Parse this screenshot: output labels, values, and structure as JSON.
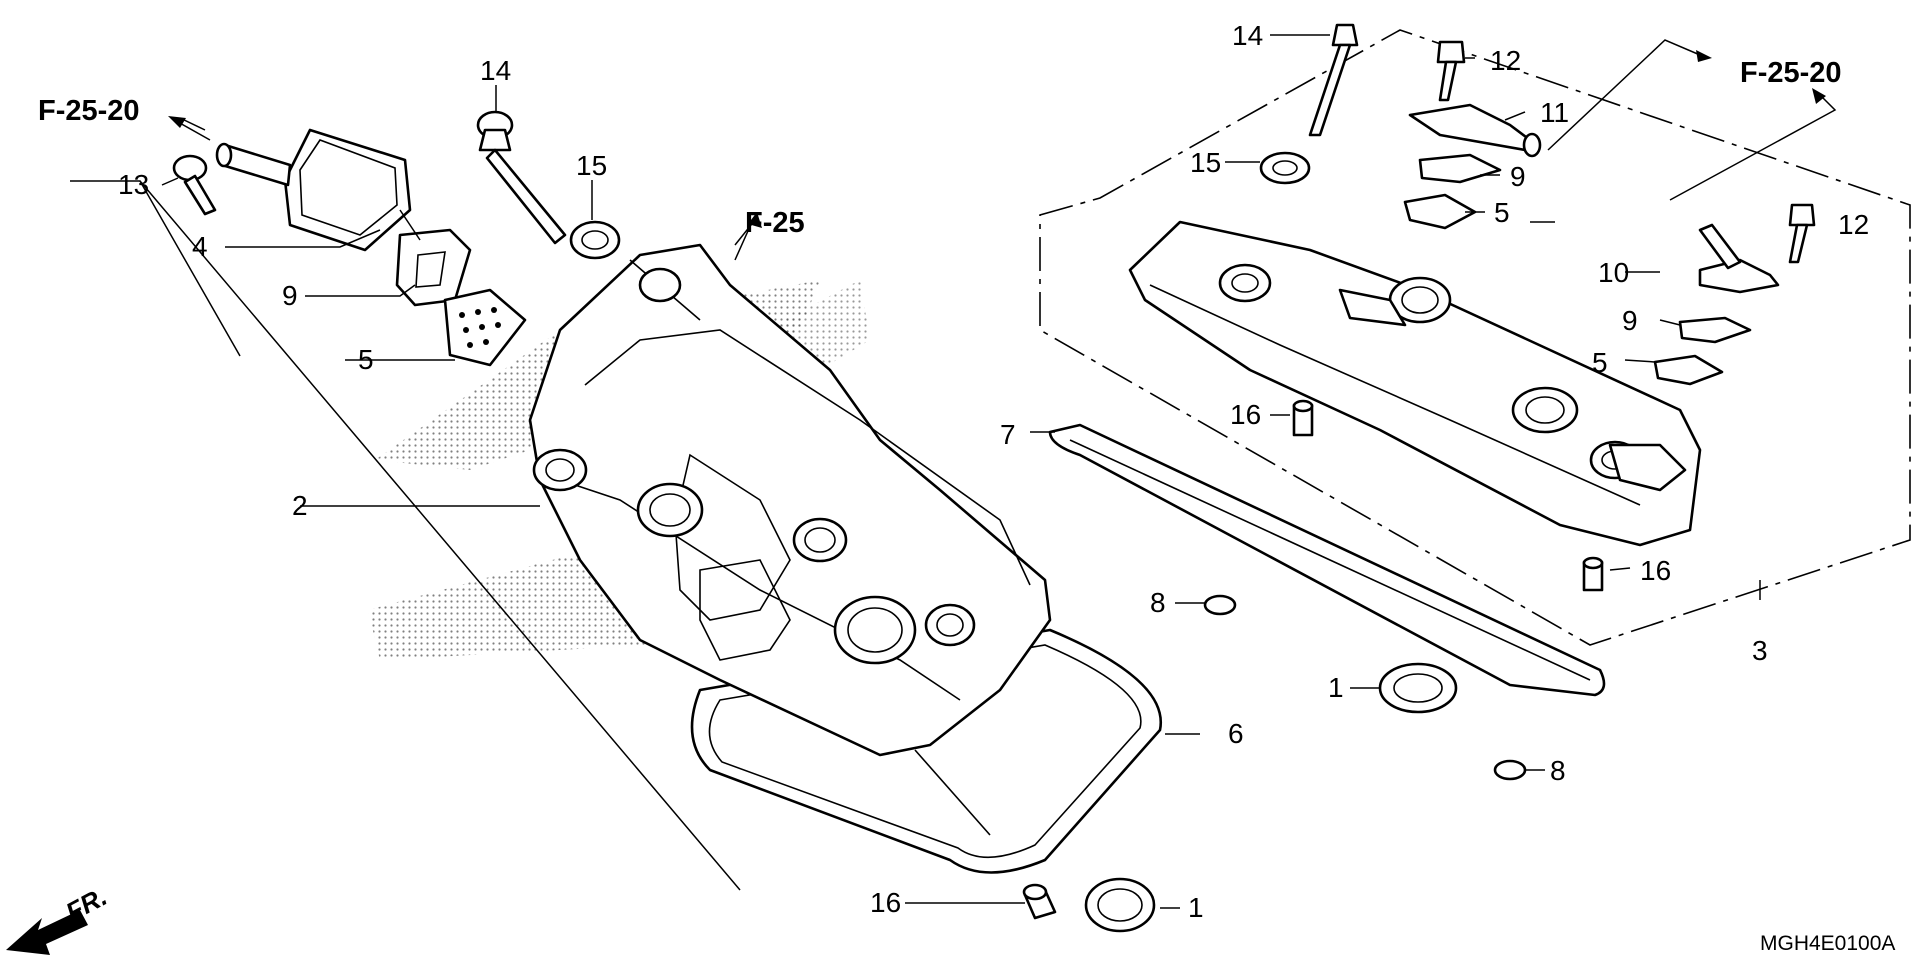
{
  "diagram": {
    "ref_labels": [
      "F-25-20",
      "F-25",
      "F-25-20"
    ],
    "part_numbers": {
      "left_14": "14",
      "left_15": "15",
      "left_13": "13",
      "left_4": "4",
      "left_9": "9",
      "left_5": "5",
      "left_2": "2",
      "left_6": "6",
      "left_16": "16",
      "left_1": "1",
      "right_14": "14",
      "right_12a": "12",
      "right_11": "11",
      "right_15": "15",
      "right_9a": "9",
      "right_5a": "5",
      "right_12b": "12",
      "right_10": "10",
      "right_9b": "9",
      "right_5b": "5",
      "right_7": "7",
      "right_16a": "16",
      "right_16b": "16",
      "right_8a": "8",
      "right_1": "1",
      "right_8b": "8",
      "right_3": "3"
    },
    "front_label": "FR.",
    "drawing_code": "MGH4E0100A"
  }
}
